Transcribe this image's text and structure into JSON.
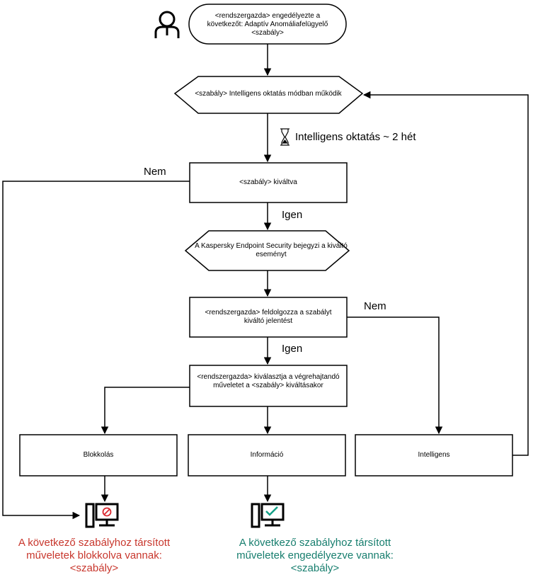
{
  "nodes": {
    "start": "<rendszergazda> engedélyezte a következőt: Adaptív Anomáliafelügyelő <szabály>",
    "smart_mode": "<szabály> Intelligens oktatás módban működik",
    "triggered": "<szabály> kiváltva",
    "log_event": "A Kaspersky Endpoint Security bejegyzi a kiváltó eseményt",
    "admin_processes": "<rendszergazda> feldolgozza a szabályt kiváltó jelentést",
    "admin_selects": "<rendszergazda> kiválasztja a végrehajtandó műveletet a <szabály> kiváltásakor",
    "action_block": "Blokkolás",
    "action_info": "Információ",
    "action_smart": "Intelligens"
  },
  "edges": {
    "duration": "Intelligens oktatás ~ 2 hét",
    "no_1": "Nem",
    "yes_1": "Igen",
    "no_2": "Nem",
    "yes_2": "Igen"
  },
  "outcomes": {
    "blocked": "A következő szabályhoz társított műveletek blokkolva vannak: <szabály>",
    "allowed": "A következő szabályhoz társított műveletek engedélyezve vannak: <szabály>"
  },
  "icons": {
    "user": "user-icon",
    "hourglass": "hourglass-icon",
    "computer_blocked": "computer-blocked-icon",
    "computer_allowed": "computer-allowed-icon"
  },
  "colors": {
    "blocked_text": "#c8372d",
    "allowed_text": "#177e6e",
    "block_badge": "#d9282f",
    "allow_check": "#14a087"
  }
}
